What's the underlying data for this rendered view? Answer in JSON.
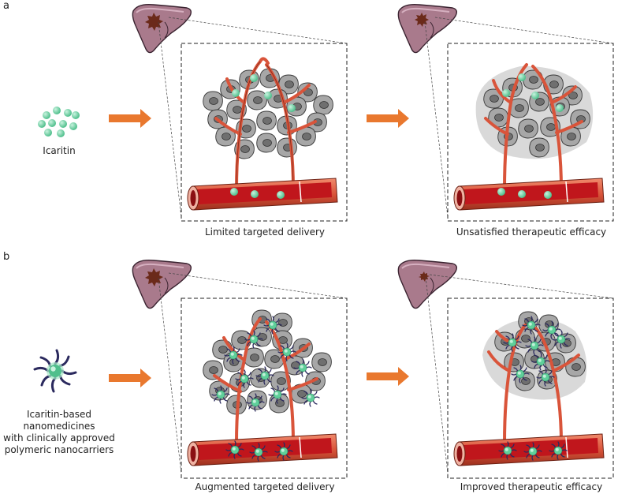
{
  "panels": [
    {
      "letter": "a",
      "drug_label": [
        "Icaritin"
      ],
      "captions": [
        "Limited targeted delivery",
        "Unsatisfied therapeutic efficacy"
      ]
    },
    {
      "letter": "b",
      "drug_label": [
        "Icaritin-based nanomedicines",
        "with clinically approved",
        "polymeric nanocarriers"
      ],
      "captions": [
        "Augmented targeted delivery",
        "Improved therapeutic efficacy"
      ]
    }
  ],
  "colors": {
    "drug": "#6fd1a3",
    "nano_shell": "#2b2a5e",
    "vessel": "#d9543a",
    "vessel_lumen": "#c0161c",
    "tumor_cell": "#a9a9a9",
    "liver": "#a97a8c",
    "liver_tumor": "#6b2a1a",
    "arrow": "#e9782e"
  }
}
